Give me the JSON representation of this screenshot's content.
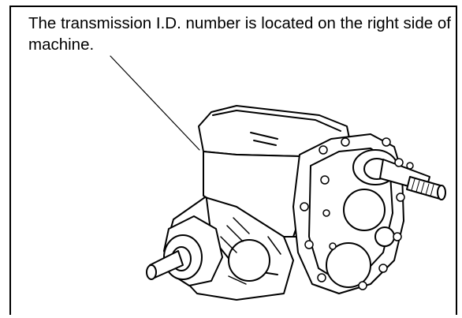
{
  "caption": {
    "text": "The transmission I.D. number is located on the right side of machine."
  },
  "colors": {
    "ink": "#000000",
    "paper": "#ffffff"
  },
  "figure": {
    "subject": "transmission",
    "icon": "transmission-line-drawing"
  }
}
